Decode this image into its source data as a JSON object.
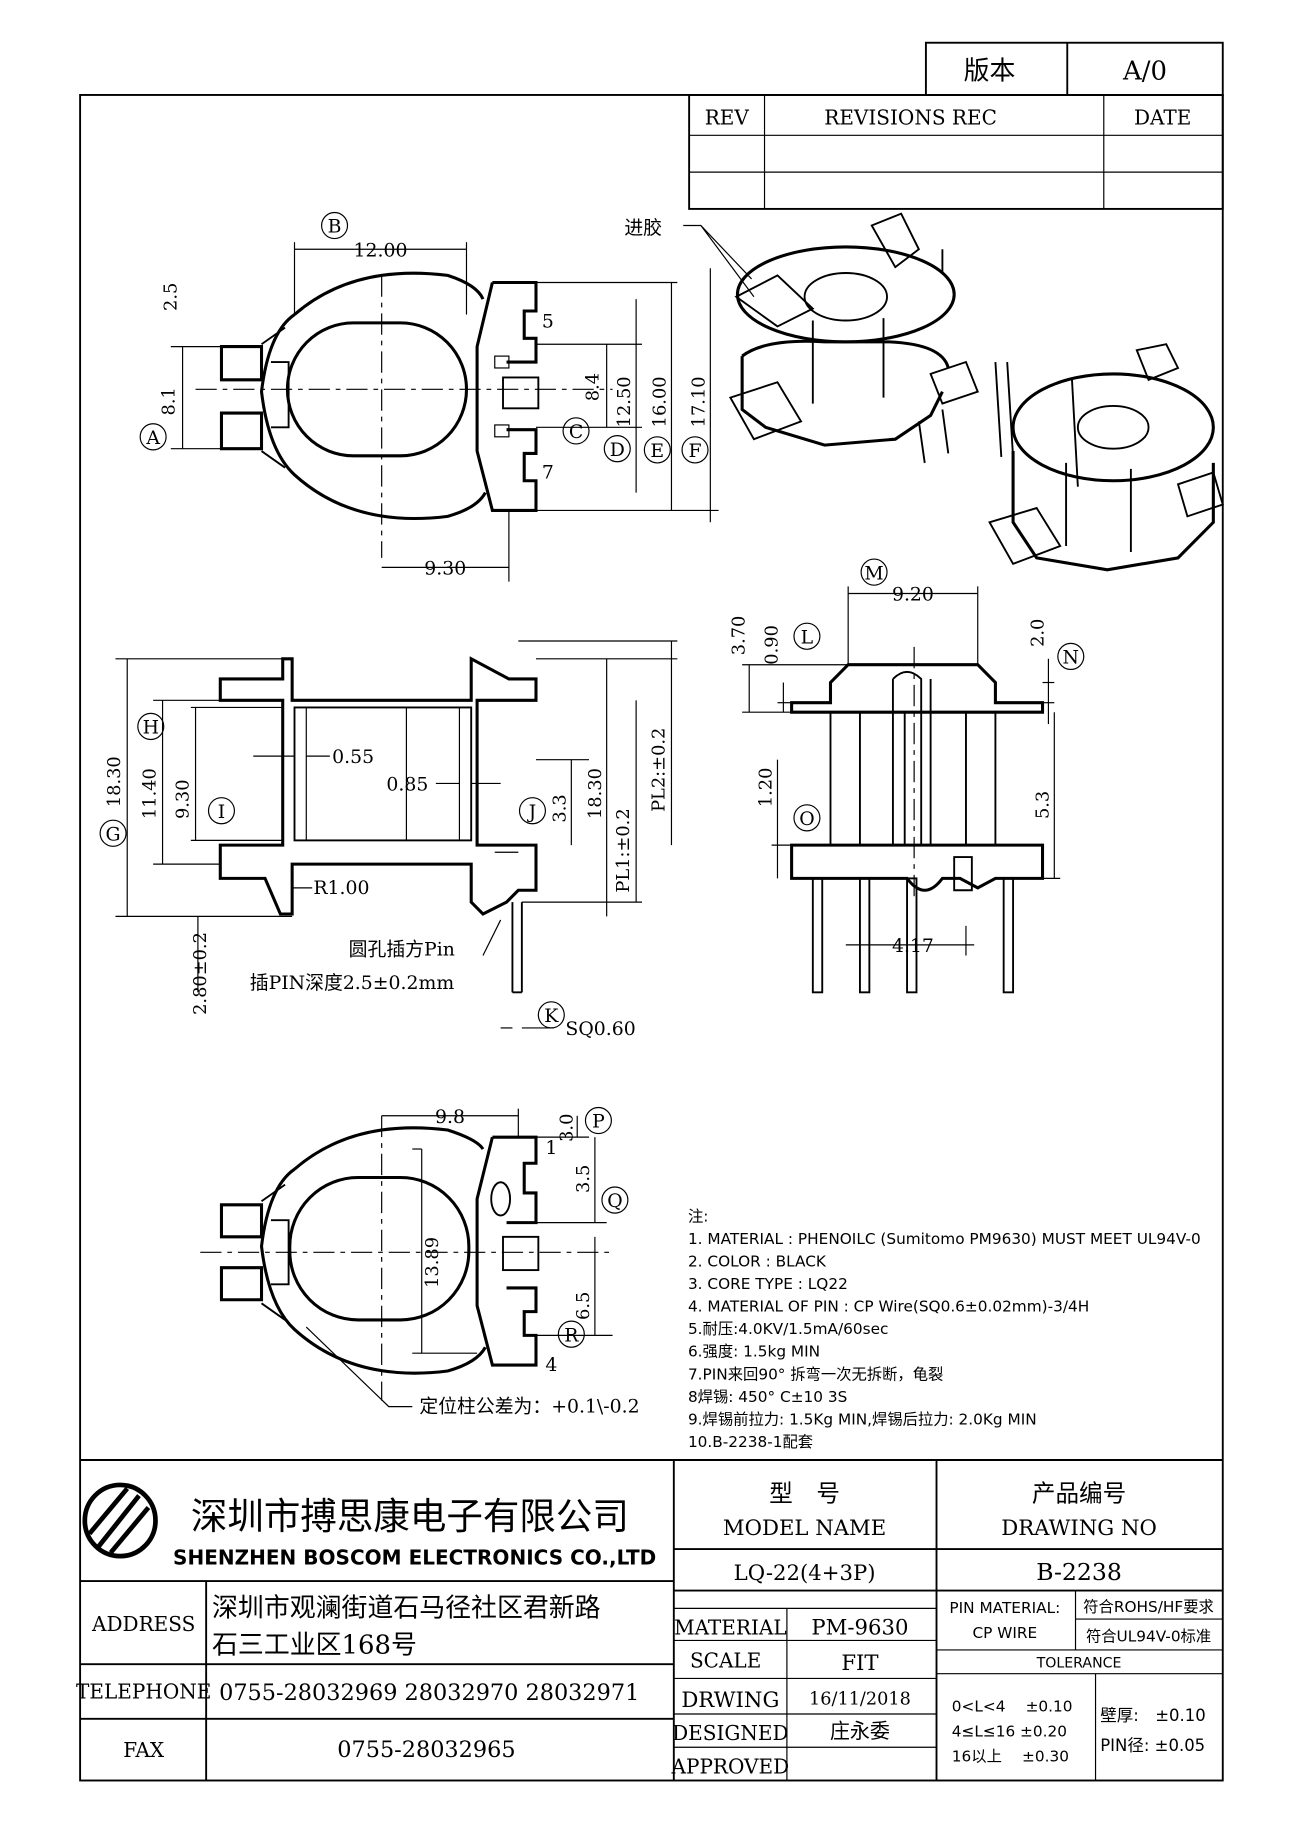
{
  "version_box": {
    "label": "版本",
    "value": "A/0"
  },
  "revision_table": {
    "rev": "REV",
    "rec": "REVISIONS REC",
    "date": "DATE"
  },
  "callouts": {
    "gate": "进胶",
    "hole_pin": "圆孔插方Pin",
    "pin_depth": "插PIN深度2.5±0.2mm",
    "post_tol": "定位柱公差为：+0.1\\-0.2",
    "r100": "R1.00",
    "sq060": "SQ0.60"
  },
  "dims": {
    "d1200": "12.00",
    "d25": "2.5",
    "d81": "8.1",
    "d84": "8.4",
    "d1250": "12.50",
    "d1600": "16.00",
    "d1710": "17.10",
    "d930": "9.30",
    "pin5": "5",
    "pin7": "7",
    "d1830a": "18.30",
    "d1140": "11.40",
    "d930b": "9.30",
    "d055": "0.55",
    "d085": "0.85",
    "d33": "3.3",
    "d1830b": "18.30",
    "pl1": "PL1:±0.2",
    "pl2": "PL2:±0.2",
    "d280": "2.80±0.2",
    "d370": "3.70",
    "d090": "0.90",
    "d920": "9.20",
    "d20": "2.0",
    "d120": "1.20",
    "d53": "5.3",
    "d417": "4.17",
    "d98": "9.8",
    "d30": "3.0",
    "d35": "3.5",
    "d1389": "13.89",
    "d65": "6.5",
    "pin1": "1",
    "pin4": "4"
  },
  "markers": {
    "A": "A",
    "B": "B",
    "C": "C",
    "D": "D",
    "E": "E",
    "F": "F",
    "G": "G",
    "H": "H",
    "I": "I",
    "J": "J",
    "K": "K",
    "L": "L",
    "M": "M",
    "N": "N",
    "O": "O",
    "P": "P",
    "Q": "Q",
    "R": "R"
  },
  "notes": {
    "heading": "注:",
    "items": [
      "1. MATERIAL : PHENOILC (Sumitomo PM9630) MUST MEET UL94V-0",
      "2. COLOR : BLACK",
      "3. CORE TYPE : LQ22",
      "4. MATERIAL OF PIN : CP Wire(SQ0.6±0.02mm)-3/4H",
      "5.耐压:4.0KV/1.5mA/60sec",
      "6.强度: 1.5kg MIN",
      "7.PIN来回90° 拆弯一次无拆断，龟裂",
      "8焊锡: 450° C±10 3S",
      "9.焊锡前拉力: 1.5Kg MIN,焊锡后拉力: 2.0Kg MIN",
      "10.B-2238-1配套"
    ]
  },
  "title_block": {
    "company_cn": "深圳市搏思康电子有限公司",
    "company_en": "SHENZHEN BOSCOM ELECTRONICS CO.,LTD",
    "address_label": "ADDRESS",
    "address_line1": "深圳市观澜街道石马径社区君新路",
    "address_line2": "石三工业区168号",
    "telephone_label": "TELEPHONE",
    "telephone": "0755-28032969 28032970 28032971",
    "fax_label": "FAX",
    "fax": "0755-28032965",
    "model_cn": "型　号",
    "model_en": "MODEL NAME",
    "model_value": "LQ-22(4+3P)",
    "drawing_cn": "产品编号",
    "drawing_en": "DRAWING NO",
    "drawing_value": "B-2238",
    "material_label": "MATERIAL",
    "material_value": "PM-9630",
    "scale_label": "SCALE",
    "scale_value": "FIT",
    "drwing_label": "DRWING",
    "drwing_value": "16/11/2018",
    "designed_label": "DESIGNED",
    "designed_value": "庄永委",
    "approved_label": "APPROVED",
    "pin_material_label": "PIN MATERIAL:",
    "pin_material_value": "CP WIRE",
    "rohs": "符合ROHS/HF要求",
    "ul": "符合UL94V-0标准",
    "tolerance": "TOLERANCE",
    "tol1": "0<L<4　 ±0.10",
    "tol2": "4≤L≤16 ±0.20",
    "tol3": "16以上　 ±0.30",
    "wall": "壁厚:　±0.10",
    "pin_dia": "PIN径: ±0.05"
  }
}
